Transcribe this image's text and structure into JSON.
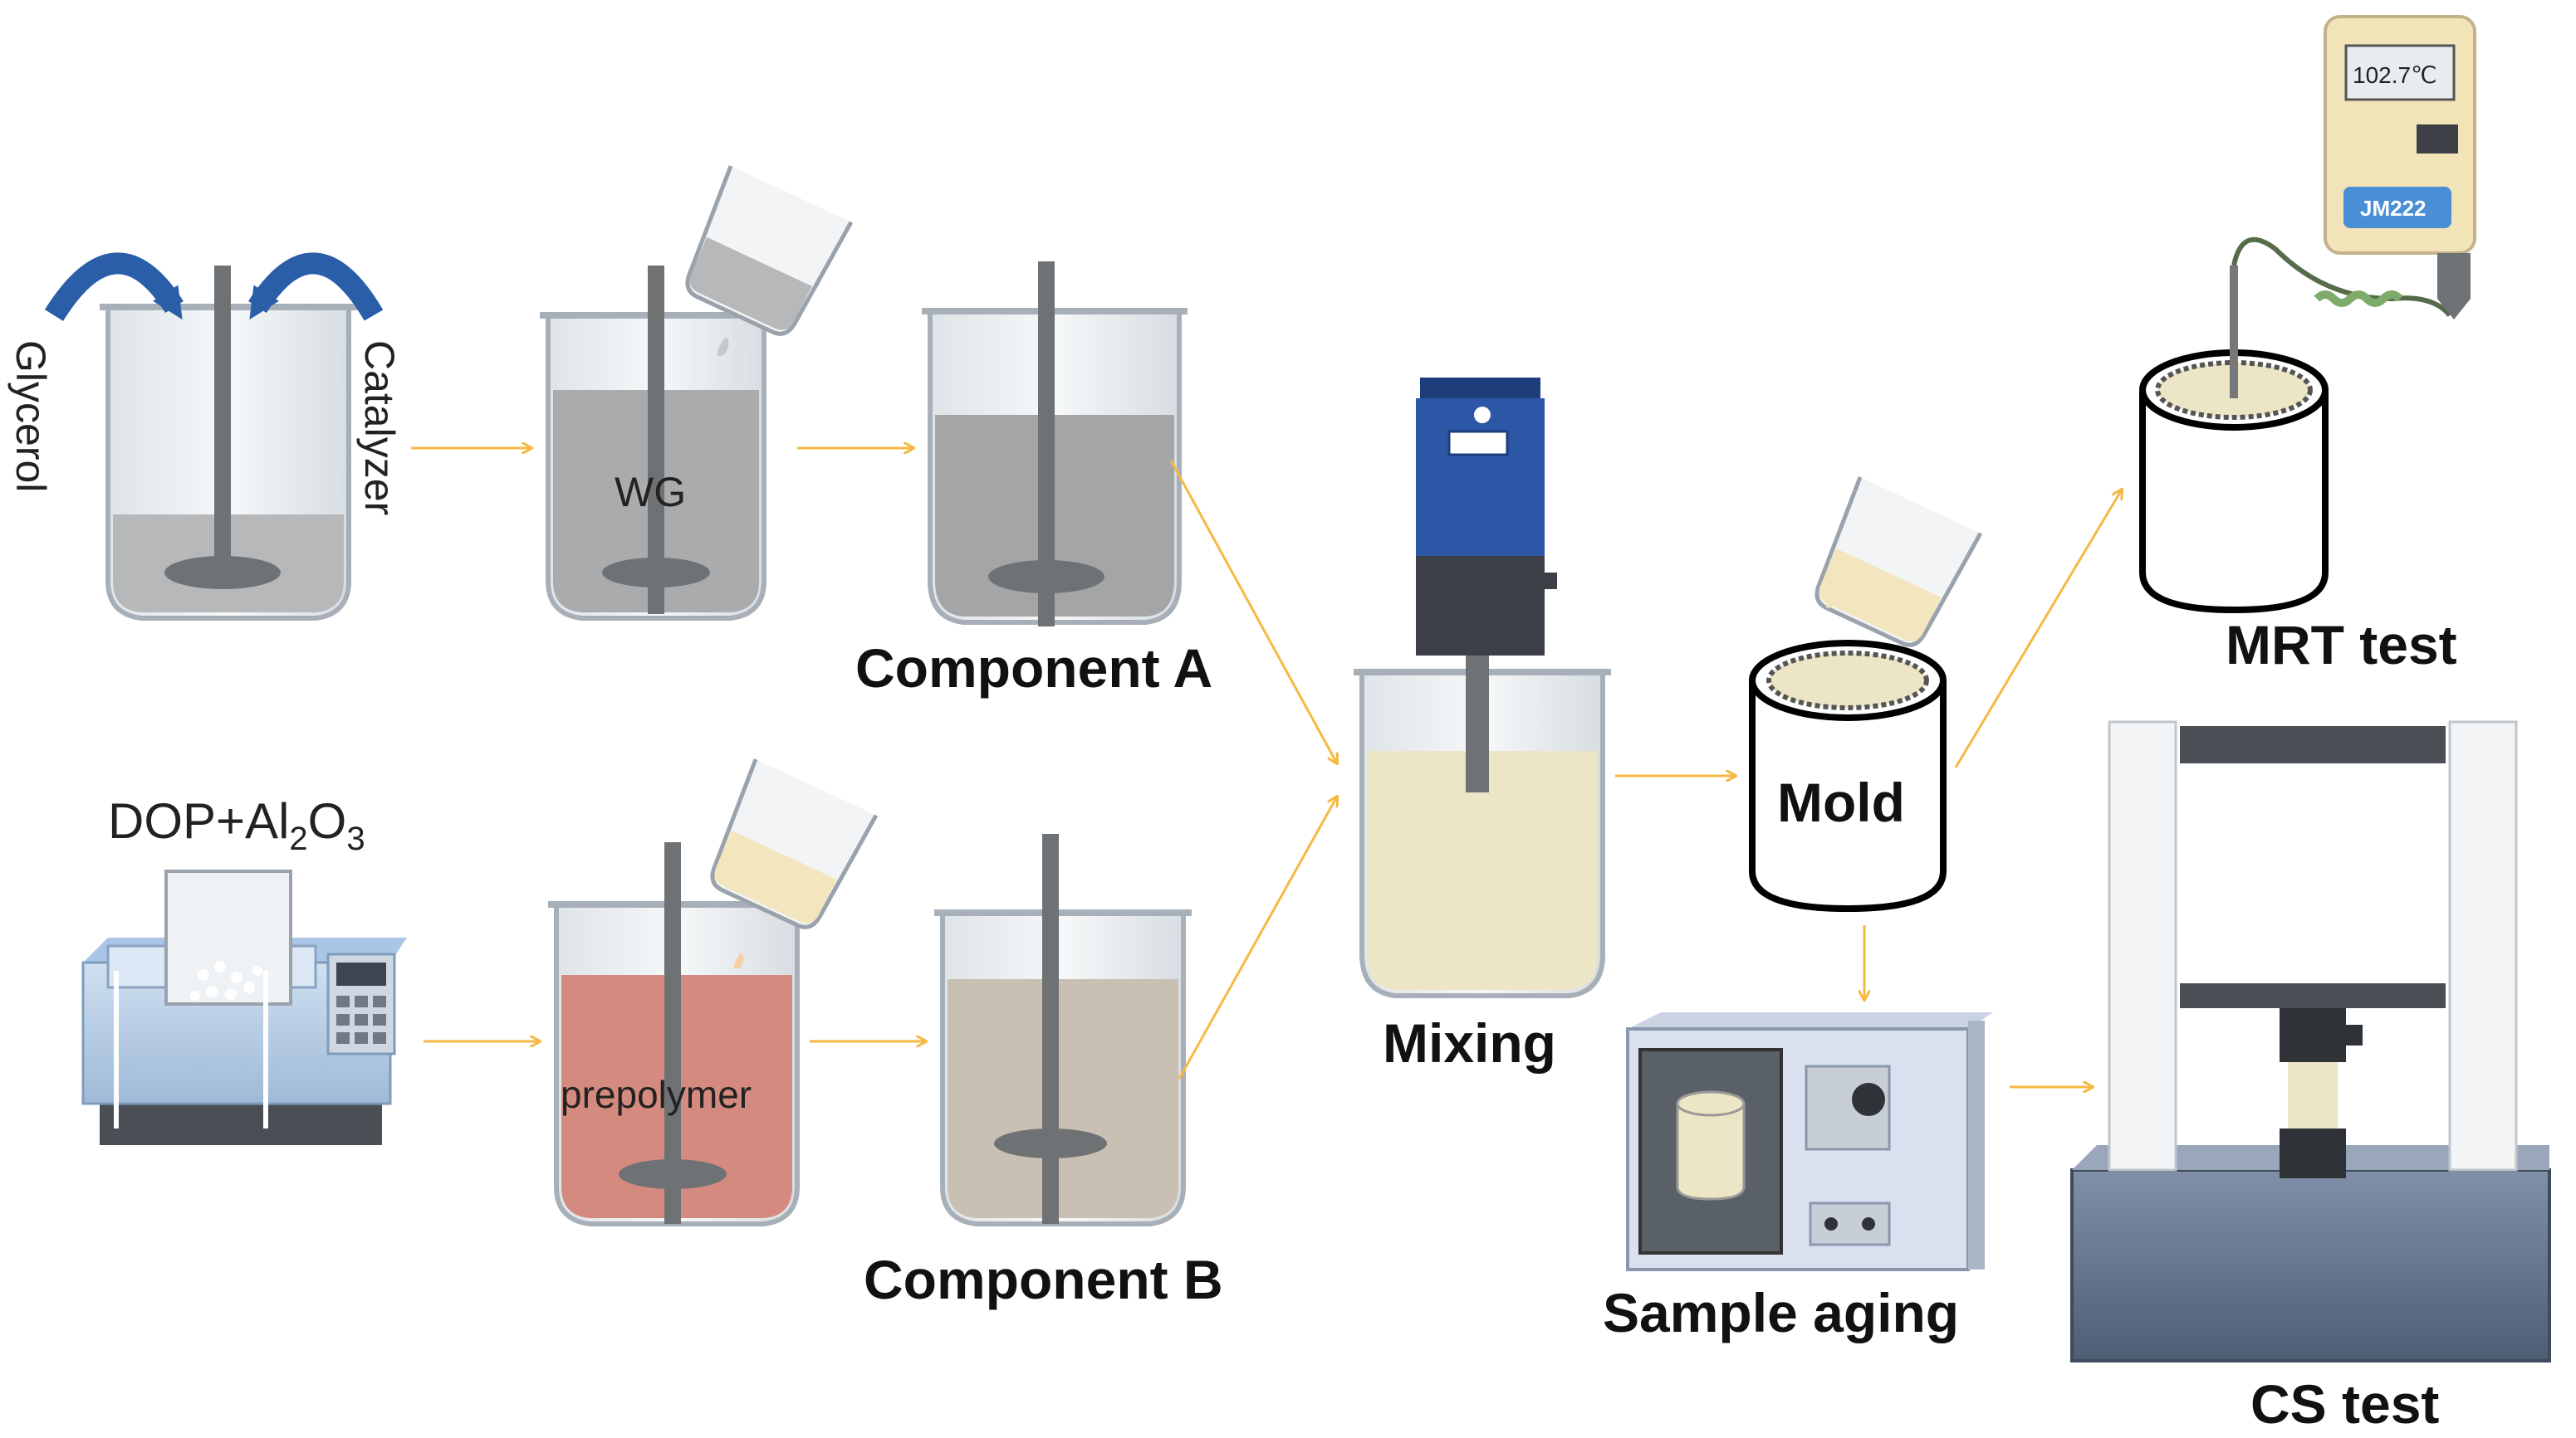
{
  "labels": {
    "glycerol": "Glycerol",
    "catalyzer": "Catalyzer",
    "wg": "WG",
    "component_a": "Component A",
    "dop_al2o3_main": "DOP+Al",
    "dop_al2o3_sub1": "2",
    "dop_al2o3_o": "O",
    "dop_al2o3_sub2": "3",
    "prepolymer": "prepolymer",
    "component_b": "Component B",
    "mixing": "Mixing",
    "mold": "Mold",
    "mrt_test": "MRT test",
    "sample_aging": "Sample aging",
    "cs_test": "CS test",
    "thermometer_reading": "102.7℃",
    "thermometer_model": "JM222"
  },
  "colors": {
    "arrow": "#f5b942",
    "curved_arrow": "#2a5ea8",
    "beaker_glass": "#e8ecef",
    "liquid_gray": "#a9abad",
    "liquid_pink": "#d58a80",
    "liquid_tan": "#c9bfb2",
    "liquid_cream": "#ece6c6",
    "mixer_blue": "#2b57a6",
    "frame_gray": "#6f7a8a"
  }
}
